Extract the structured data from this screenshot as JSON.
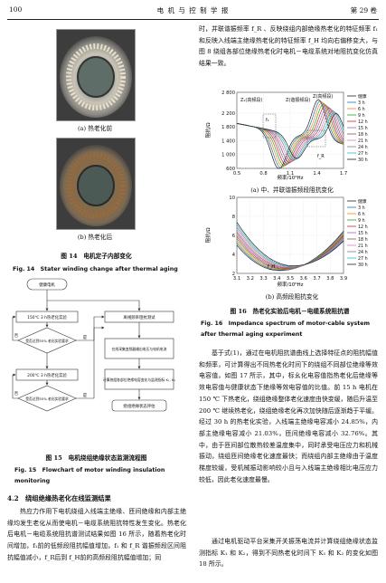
{
  "header": {
    "page_number": "100",
    "journal": "电 机 与 控 制 学 报",
    "volume": "第 29 卷"
  },
  "fig14": {
    "sub_a": "(a) 热老化前",
    "sub_b": "(b) 热老化后",
    "caption_cn": "图 14　电机定子内部变化",
    "caption_en": "Fig. 14　Stater winding change after thermal aging"
  },
  "fig15": {
    "nodes": {
      "start": "健康电机",
      "step1": "150℃ 3 h热老化实验",
      "dec1": "是否达到55% 老化实验要求",
      "step2": "200℃ 3 h热老化实验",
      "dec2": "是否达到55% 老化实验要求",
      "offline": "离线频率阻抗测试",
      "store": "在线采集变频器输出电压与电机电流",
      "calc": "计算绕组各部位绝缘电容变化与监测指标 K₁, K₂",
      "eval": "绕组绝缘状态评估"
    },
    "labels": {
      "yes": "是",
      "no": "否"
    },
    "caption_cn": "图 15　电机绕组绝缘状态监测流程图",
    "caption_en": "Fig. 15　Flowchart of motor winding insulation monitoring"
  },
  "left_text": {
    "section_title": "4.2　绕组绝缘热老化在线监测结果",
    "paragraph": "热应力作用下电机绕组入线端主绝缘、匝间绝缘和内部主绝缘均发生老化从而使电机－电缆系统阻抗特性发生变化。热老化后电机－电缆系统阻抗谱测试结果如图 16 所示，随着热老化时间增加，f₁前的低频段阻抗幅值增加，f₁ 和 f_R 谐振频段区间阻抗幅值减小，f_R后到 f_H前的高频段阻抗幅值增加；同"
  },
  "right_text": {
    "paragraph1": "时，并联谐振频率 f_R 、反映绕组内部绝缘热老化的特征频率 f₁ 和反映入线端主绝缘热老化的特征频率 f_H 均向右偏移变大，与图 8 绕组各部位绝缘热老化时电机－电缆系统对地阻抗变化仿真结果一致。",
    "fig16_sub_a": "(a) 中、并联谐振频段阻抗变化",
    "fig16_sub_b": "(b) 高频段阻抗变化",
    "fig16_caption_cn": "图 16　热老化实验后电机－电缆系统阻抗谱",
    "fig16_caption_en": "Fig. 16　Impedance spectrum of motor-cable system after thermal aging experiment",
    "paragraph2": "基于式(1)，通过在电机阻抗谱曲线上选择特征点的阻抗幅值和频率，可计算得出不同热老化时间下的绕组不同部位绝缘等效电容值，如图 17 所示，其中，标幺化电容值指热老化后绝缘等效电容值与健康状态下绝缘等效电容值的比值。前 15 h 电机在 150 ℃ 下热老化，绕组绝缘整体老化速度由快变缓，随后升温至 200 ℃ 继续热老化，绕组绝缘老化再次加快随后逐渐趋于平缓。经过 30 h 的热老化实验，入线端主绝缘电容减小 24.85%，内部主绝缘电容减小 21.03%，匝间绝缘电容减小 32.76%。其中，由于匝间部位散热较差温度集中，同时承受电压应力和机械振动，绕组匝间绝缘老化速度最快；而绕组内部主绝缘由于温度梯度较缓，受机械振动影响较小且与入线端主绝缘相比电压应力较低，因此老化速度最慢。",
    "paragraph3": "通过电机驱动平台采集开关振荡电流并计算绕组绝缘状态监测指标 K₁ 和 K₂，得到不同热老化时间下 K₁ 和 K₂ 的变化如图 18 所示。"
  },
  "colors": {
    "c0": "#222222",
    "c1": "#1f77b4",
    "c2": "#ff7f0e",
    "c3": "#2ca02c",
    "c4": "#d62728",
    "c5": "#9467bd",
    "c6": "#8c564b",
    "c7": "#e377c2",
    "c8": "#7f7f7f",
    "c9": "#17becf"
  },
  "chart_data": [
    {
      "type": "line",
      "xlabel": "频率/10⁴Hz",
      "ylabel": "阻抗/Ω",
      "x_ticks": [
        "0.5",
        "0.8",
        "1.1",
        "1.4",
        "1.7"
      ],
      "y_ticks": [
        "600",
        "1 000",
        "1 400",
        "1 800",
        "2 200",
        "2 800"
      ],
      "xlim": [
        0.5,
        1.7
      ],
      "ylim": [
        600,
        2800
      ],
      "annotations": [
        "Z₁(高频段)",
        "Z(谐振频段)",
        "Z(高频段)",
        "f₁",
        "f_R"
      ],
      "series_names": [
        "健康",
        "3 h",
        "6 h",
        "9 h",
        "12 h",
        "15 h",
        "18 h",
        "21 h",
        "24 h",
        "27 h",
        "30 h"
      ],
      "min_x": [
        0.97,
        0.99,
        1.01,
        1.03,
        1.05,
        1.07,
        1.09,
        1.11,
        1.13,
        1.15,
        1.17
      ],
      "min_y": [
        820,
        860,
        900,
        940,
        980,
        1020,
        1060,
        1100,
        1140,
        1180,
        1220
      ],
      "max_x": [
        1.42,
        1.44,
        1.46,
        1.48,
        1.5,
        1.52,
        1.54,
        1.56,
        1.58,
        1.6,
        1.62
      ],
      "max_y": [
        2450,
        2420,
        2390,
        2360,
        2330,
        2300,
        2270,
        2240,
        2210,
        2180,
        2150
      ]
    },
    {
      "type": "line",
      "xlabel": "频率/10⁶Hz",
      "ylabel": "阻抗/Ω",
      "x_ticks": [
        "3.1",
        "3.2",
        "3.3",
        "3.4",
        "3.5",
        "3.6",
        "3.7",
        "3.8",
        "3.9"
      ],
      "y_ticks": [
        "2",
        "4",
        "6",
        "8",
        "10"
      ],
      "xlim": [
        3.1,
        3.9
      ],
      "ylim": [
        2,
        10
      ],
      "annotations": [
        "f_H"
      ],
      "series_names": [
        "健康",
        "3 h",
        "6 h",
        "9 h",
        "12 h",
        "15 h",
        "18 h",
        "21 h",
        "24 h",
        "27 h",
        "30 h"
      ],
      "min_x": [
        3.42,
        3.43,
        3.44,
        3.45,
        3.46,
        3.47,
        3.48,
        3.49,
        3.5,
        3.51,
        3.52
      ],
      "min_y": [
        2.3,
        2.35,
        2.4,
        2.45,
        2.5,
        2.55,
        2.6,
        2.65,
        2.7,
        2.75,
        2.8
      ]
    }
  ]
}
